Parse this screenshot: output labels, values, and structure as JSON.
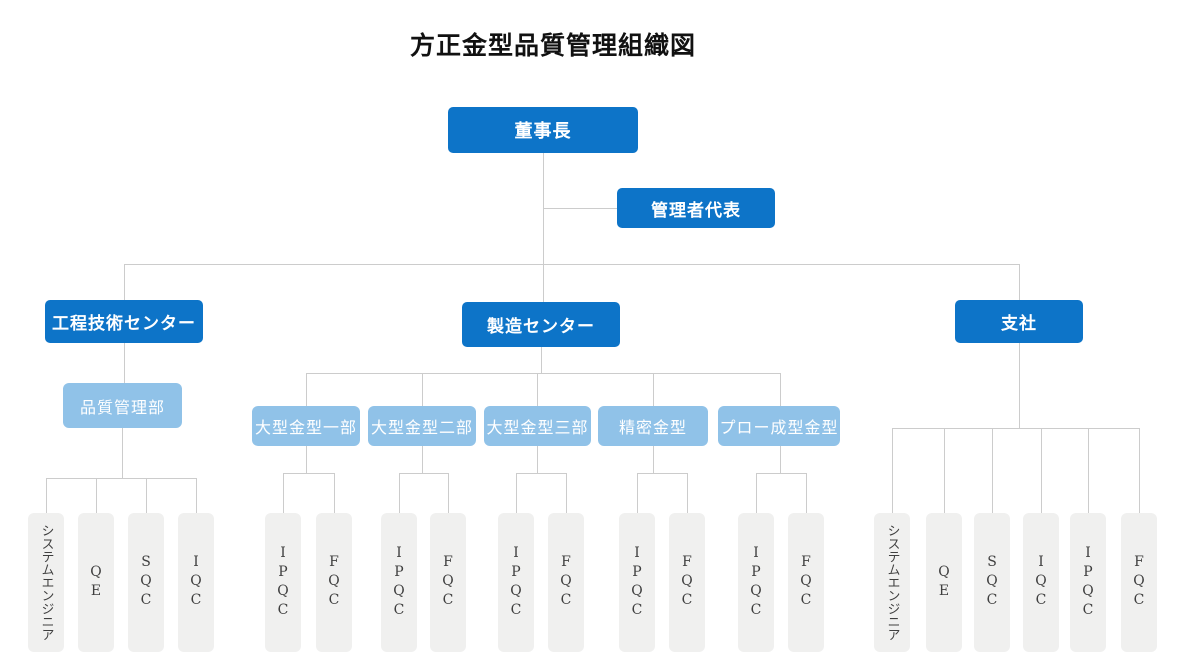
{
  "title": "方正金型品質管理組織図",
  "colors": {
    "primary_blue": "#0d74c8",
    "light_blue": "#90c2e8",
    "gray_box": "#f0f0ef",
    "connector_line": "#cccccc"
  },
  "nodes": {
    "chairman": "董事長",
    "management_representative": "管理者代表",
    "engineering_center": "工程技術センター",
    "manufacturing_center": "製造センター",
    "branch_office": "支社",
    "quality_management_dept": "品質管理部",
    "large_mold_dept1": "大型金型一部",
    "large_mold_dept2": "大型金型二部",
    "large_mold_dept3": "大型金型三部",
    "precision_mold": "精密金型",
    "blow_mold": "プロー成型金型"
  },
  "roles": {
    "system_engineer": "システムエンジニア",
    "qe": "QE",
    "sqc": "SQC",
    "iqc": "IQC",
    "ipqc": "IPQC",
    "fqc": "FQC"
  }
}
